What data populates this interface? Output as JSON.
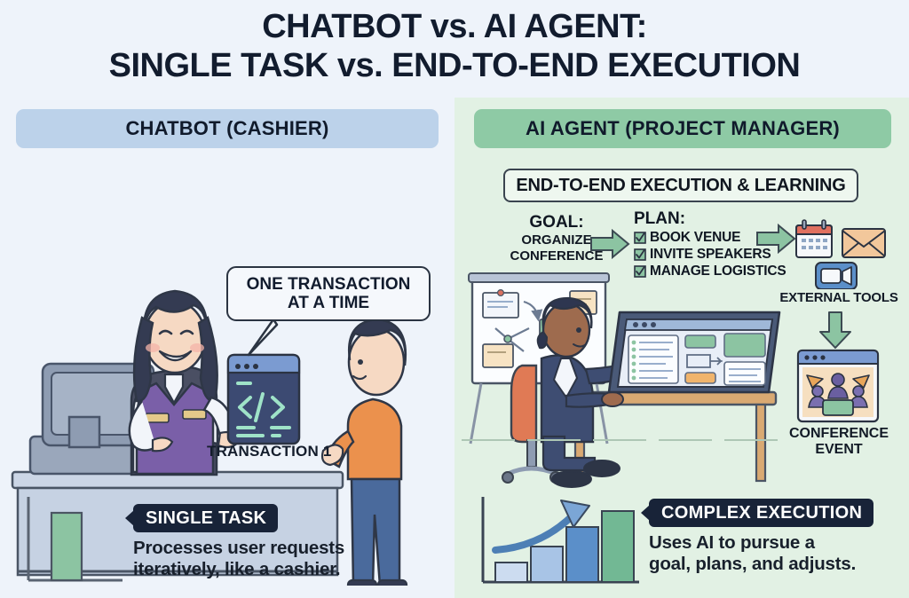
{
  "title": {
    "line1": "CHATBOT vs. AI AGENT:",
    "line2": "SINGLE TASK vs. END-TO-END EXECUTION"
  },
  "colors": {
    "page_bg": "#eef3fa",
    "left_panel_bg": "#eef3fa",
    "right_panel_bg": "#e2f1e4",
    "left_header_bg": "#bcd2ea",
    "right_header_bg": "#8ecaa5",
    "badge_bg": "#182338",
    "accent_green": "#7cb894",
    "accent_blue": "#5b8fc9",
    "ink": "#121c2e"
  },
  "left_panel": {
    "header": "CHATBOT (CASHIER)",
    "speech_bubble": {
      "line1": "ONE TRANSACTION",
      "line2": "AT A TIME"
    },
    "transaction_label": "TRANSACTION 1",
    "badge": "SINGLE TASK",
    "caption_line1": "Processes user requests",
    "caption_line2": "iteratively, like a cashier.",
    "scene_alt": "cashier at checkout counter holding code window, customer facing her"
  },
  "right_panel": {
    "header": "AI AGENT (PROJECT MANAGER)",
    "subtitle": "END-TO-END EXECUTION & LEARNING",
    "goal": {
      "title": "GOAL:",
      "line1": "ORGANIZE",
      "line2": "CONFERENCE"
    },
    "plan": {
      "title": "PLAN:",
      "items": [
        {
          "label": "BOOK VENUE",
          "checked": true
        },
        {
          "label": "INVITE SPEAKERS",
          "checked": true
        },
        {
          "label": "MANAGE LOGISTICS",
          "checked": true
        }
      ]
    },
    "tools": {
      "label": "EXTERNAL TOOLS",
      "icons": [
        "calendar-icon",
        "envelope-icon",
        "video-camera-icon"
      ]
    },
    "outcome": {
      "label_line1": "CONFERENCE",
      "label_line2": "EVENT",
      "thumb": "conference-room-thumbnail"
    },
    "badge": "COMPLEX EXECUTION",
    "caption_line1": "Uses AI to pursue a",
    "caption_line2": "goal, plans, and adjusts.",
    "scene_alt": "project manager at desk with whiteboard and large dashboard tablet"
  },
  "chart_data": [
    {
      "type": "bar",
      "id": "single-task-chart",
      "title": "SINGLE TASK",
      "categories": [
        "1"
      ],
      "values": [
        1
      ],
      "colors": [
        "#8cc4a2"
      ],
      "ylim": [
        0,
        1.15
      ],
      "grid": false,
      "xlabel": "",
      "ylabel": "",
      "legend": "none",
      "annotation": "one bar only — single transaction"
    },
    {
      "type": "bar",
      "id": "complex-execution-chart",
      "title": "COMPLEX EXECUTION",
      "categories": [
        "1",
        "2",
        "3",
        "4"
      ],
      "values": [
        0.22,
        0.42,
        0.68,
        0.95
      ],
      "colors": [
        "#ccdcf0",
        "#a8c4e6",
        "#5b8fc9",
        "#72b894"
      ],
      "ylim": [
        0,
        1.05
      ],
      "grid": false,
      "xlabel": "",
      "ylabel": "",
      "legend": "none",
      "annotation": "rising trend arrow overlaid — growth / escalating complexity"
    }
  ]
}
